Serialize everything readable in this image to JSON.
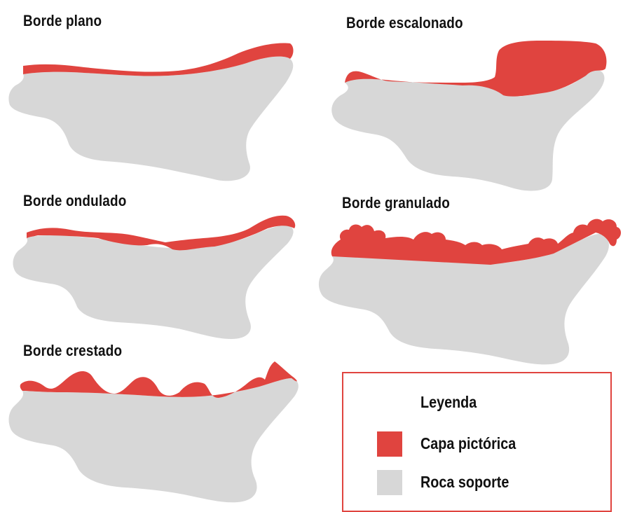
{
  "colors": {
    "paint_layer": "#e0443f",
    "rock_support": "#d7d7d7",
    "legend_border": "#e0443f"
  },
  "panels": [
    {
      "title": "Borde plano"
    },
    {
      "title": "Borde escalonado"
    },
    {
      "title": "Borde ondulado"
    },
    {
      "title": "Borde granulado"
    },
    {
      "title": "Borde crestado"
    }
  ],
  "legend": {
    "title": "Leyenda",
    "items": [
      {
        "label": "Capa pictórica",
        "color": "#e0443f"
      },
      {
        "label": "Roca soporte",
        "color": "#d7d7d7"
      }
    ]
  }
}
